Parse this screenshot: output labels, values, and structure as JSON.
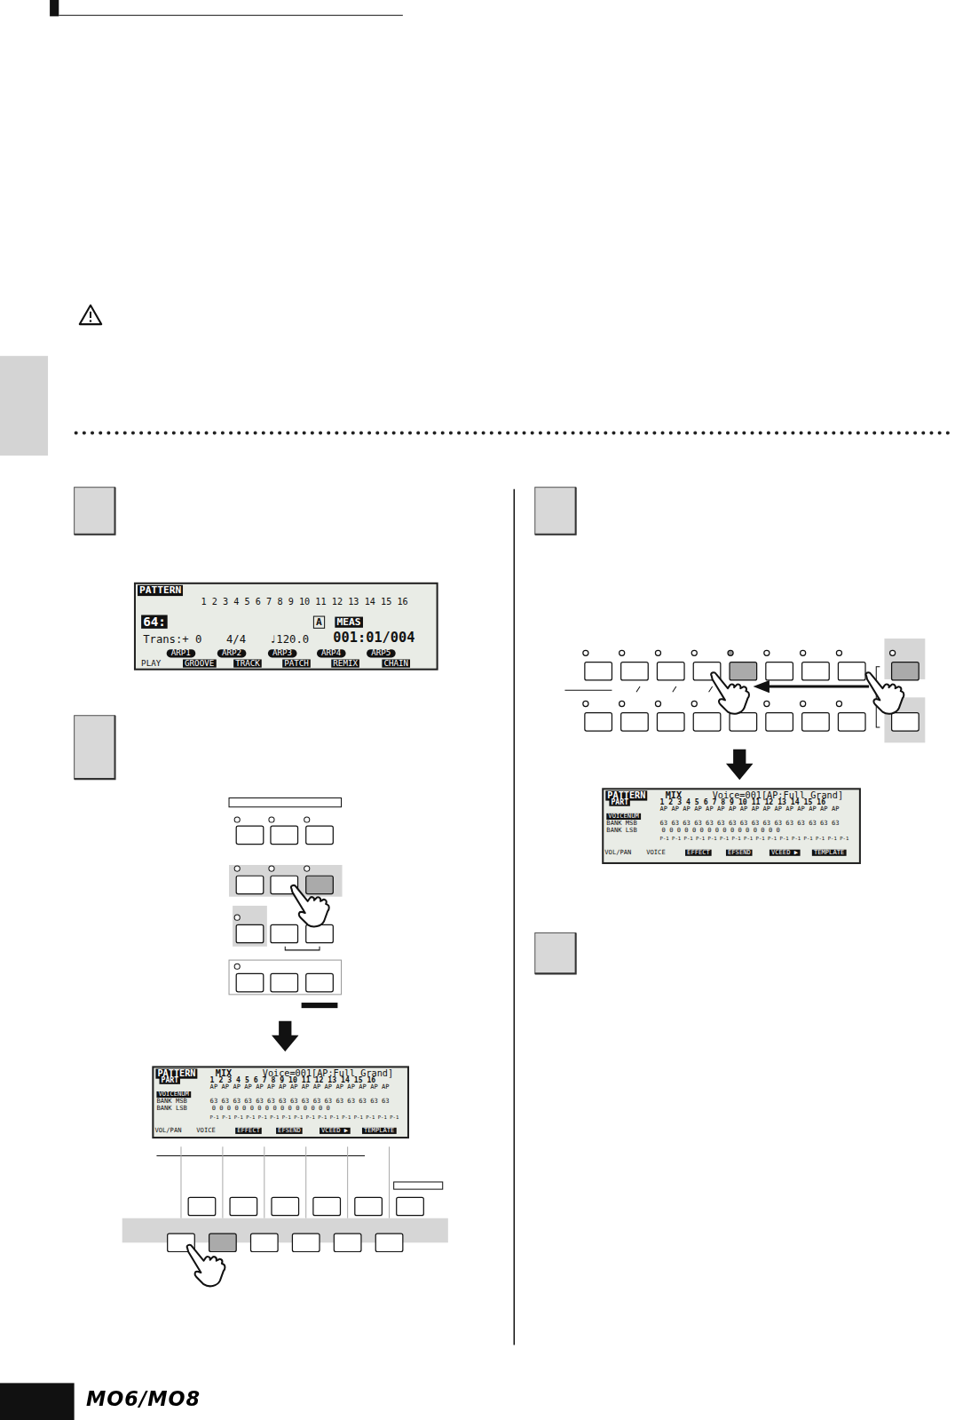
{
  "diagram": {
    "nodes": [
      {
        "text": [
          "PATTERN",
          "1 2 3 4 5 6 7 8 9 10 11 12 13 14 15 16",
          "64:",
          "A",
          "MEAS",
          "Trans:+ 0",
          "4/4",
          "♩120.0",
          "001:01/004",
          "ARP1",
          "ARP2",
          "ARP3",
          "ARP4",
          "ARP5",
          "PLAY",
          "GROOVE",
          "TRACK",
          "PATCH",
          "REMIX",
          "CHAIN"
        ]
      },
      {
        "text": [
          "PATTERN",
          "MIX",
          "Voice=001[AP:Full Grand]",
          "PART",
          "1 2 3 4 5 6 7 8 9 10 11 12 13 14 15 16",
          "AP AP AP AP AP AP AP AP AP AP AP AP AP AP AP AP",
          "VOICENUM",
          "BANK MSB",
          "BANK LSB",
          "63 63 63 63 63 63 63 63 63 63 63 63 63 63 63 63",
          "0 0 0 0 0 0 0 0 0 0 0 0 0 0 0 0",
          "P-1 P-1 P-1 P-1 P-1 P-1 P-1 P-1 P-1 P-1 P-1 P-1 P-1 P-1 P-1 P-1",
          "VOL/PAN",
          "VOICE",
          "EFFECT",
          "EFSEND",
          "VCEED ▶",
          "TEMPLATE"
        ]
      },
      {
        "text": [
          "PATTERN",
          "MIX",
          "Voice=001[AP:Full Grand]",
          "PART",
          "1 2 3 4 5 6 7 8 9 10 11 12 13 14 15 16",
          "AP AP AP AP AP AP AP AP AP AP AP AP AP AP AP AP",
          "VOICENUM",
          "BANK MSB",
          "BANK LSB",
          "63 63 63 63 63 63 63 63 63 63 63 63 63 63 63 63",
          "0 0 0 0 0 0 0 0 0 0 0 0 0 0 0 0",
          "P-1 P-1 P-1 P-1 P-1 P-1 P-1 P-1 P-1 P-1 P-1 P-1 P-1 P-1 P-1 P-1",
          "VOL/PAN",
          "VOICE",
          "EFFECT",
          "EFSEND",
          "VCEED ▶",
          "TEMPLATE"
        ]
      }
    ],
    "labels": [
      "MO6/MO8"
    ]
  }
}
